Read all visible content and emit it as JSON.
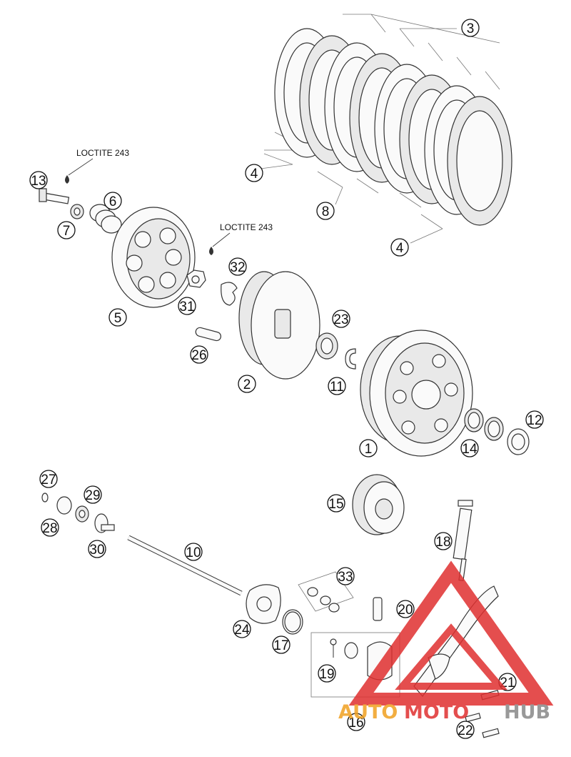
{
  "callouts": [
    {
      "id": "c1",
      "num": "1"
    },
    {
      "id": "c2",
      "num": "2"
    },
    {
      "id": "c3",
      "num": "3"
    },
    {
      "id": "c4a",
      "num": "4"
    },
    {
      "id": "c4b",
      "num": "4"
    },
    {
      "id": "c5",
      "num": "5"
    },
    {
      "id": "c6",
      "num": "6"
    },
    {
      "id": "c7",
      "num": "7"
    },
    {
      "id": "c8",
      "num": "8"
    },
    {
      "id": "c10",
      "num": "10"
    },
    {
      "id": "c11",
      "num": "11"
    },
    {
      "id": "c12",
      "num": "12"
    },
    {
      "id": "c13",
      "num": "13"
    },
    {
      "id": "c14",
      "num": "14"
    },
    {
      "id": "c15",
      "num": "15"
    },
    {
      "id": "c16",
      "num": "16"
    },
    {
      "id": "c17",
      "num": "17"
    },
    {
      "id": "c18",
      "num": "18"
    },
    {
      "id": "c19",
      "num": "19"
    },
    {
      "id": "c20",
      "num": "20"
    },
    {
      "id": "c21",
      "num": "21"
    },
    {
      "id": "c22",
      "num": "22"
    },
    {
      "id": "c23",
      "num": "23"
    },
    {
      "id": "c24",
      "num": "24"
    },
    {
      "id": "c26",
      "num": "26"
    },
    {
      "id": "c27",
      "num": "27"
    },
    {
      "id": "c28",
      "num": "28"
    },
    {
      "id": "c29",
      "num": "29"
    },
    {
      "id": "c30",
      "num": "30"
    },
    {
      "id": "c31",
      "num": "31"
    },
    {
      "id": "c32",
      "num": "32"
    },
    {
      "id": "c33",
      "num": "33"
    }
  ],
  "loctite_labels": [
    "LOCTITE 243",
    "LOCTITE 243"
  ],
  "watermark": {
    "auto": "AUTO",
    "moto": "MOTO",
    "hub": "HUB"
  },
  "colors": {
    "watermark_red": "#e03030",
    "watermark_orange": "#f0a020",
    "watermark_gray": "#888888",
    "line": "#333333"
  }
}
